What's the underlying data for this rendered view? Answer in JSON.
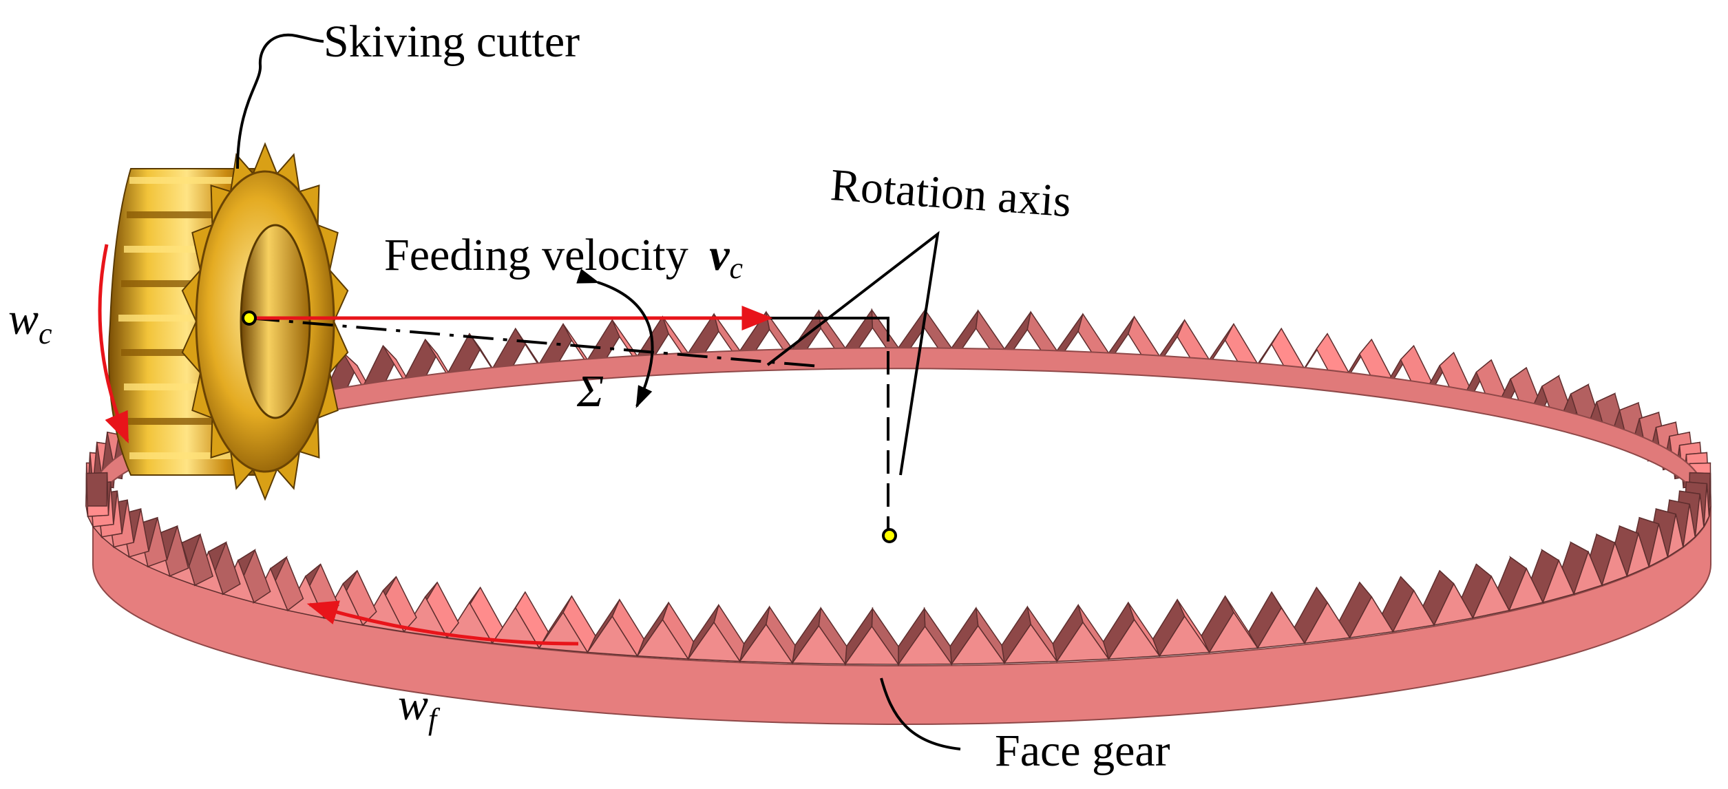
{
  "labels": {
    "skiving_cutter": "Skiving cutter",
    "rotation_axis": "Rotation axis",
    "feeding_velocity": "Feeding velocity",
    "feeding_velocity_symbol": "v",
    "feeding_velocity_sub": "c",
    "cutter_speed": "w",
    "cutter_speed_sub": "c",
    "gear_speed": "w",
    "gear_speed_sub": "f",
    "shaft_angle": "Σ",
    "face_gear": "Face gear"
  },
  "colors": {
    "cutter_gold": "#d9a016",
    "cutter_dark": "#8a5a05",
    "cutter_light": "#ffe27a",
    "gear_pink": "#f08c8c",
    "gear_dark": "#8e4848",
    "arrow_red": "#e8141a",
    "pivot_yellow": "#ffff00"
  },
  "face_gear": {
    "teeth": 96
  },
  "skiving_cutter": {
    "teeth": 18
  }
}
